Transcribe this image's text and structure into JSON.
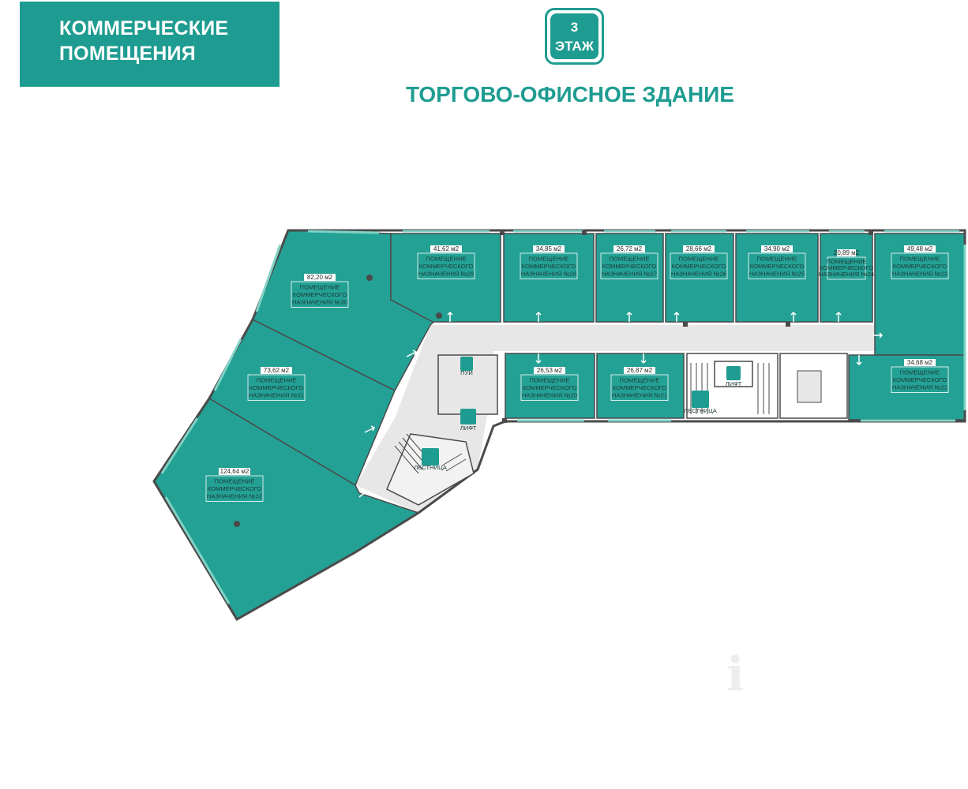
{
  "header": {
    "line1": "КОММЕРЧЕСКИЕ",
    "line2": "ПОМЕЩЕНИЯ"
  },
  "floor_badge": {
    "number": "3",
    "label": "ЭТАЖ"
  },
  "building_title": "ТОРГОВО-ОФИСНОЕ ЗДАНИЕ",
  "colors": {
    "brand": "#1f9c91",
    "room_fill": "#24a195",
    "room_fill_alt": "#20998d",
    "corridor": "#e6e7e6",
    "wall": "#4a4a4a",
    "window": "#7fd3c6"
  },
  "service_labels": {
    "wc": "ПУИ",
    "lift": "ЛИФТ",
    "stairs": "ЛЕСТНИЦА"
  },
  "rooms": [
    {
      "id": "29",
      "area": "41,62 м2",
      "line1": "ПОМЕЩЕНИЕ",
      "line2": "КОММЕРЧЕСКОГО",
      "line3": "НАЗНАЧЕНИЯ №29"
    },
    {
      "id": "28",
      "area": "34,85 м2",
      "line1": "ПОМЕЩЕНИЕ",
      "line2": "КОММЕРЧЕСКОГО",
      "line3": "НАЗНАЧЕНИЯ №28"
    },
    {
      "id": "27",
      "area": "26,72 м2",
      "line1": "ПОМЕЩЕНИЕ",
      "line2": "КОММЕРЧЕСКОГО",
      "line3": "НАЗНАЧЕНИЯ №27"
    },
    {
      "id": "26",
      "area": "28,66 м2",
      "line1": "ПОМЕЩЕНИЕ",
      "line2": "КОММЕРЧЕСКОГО",
      "line3": "НАЗНАЧЕНИЯ №26"
    },
    {
      "id": "25",
      "area": "34,90 м2",
      "line1": "ПОМЕЩЕНИЕ",
      "line2": "КОММЕРЧЕСКОГО",
      "line3": "НАЗНАЧЕНИЯ №25"
    },
    {
      "id": "24",
      "area": "20,89 м2",
      "line1": "ПОМЕЩЕНИЕ",
      "line2": "КОММЕРЧЕСКОГО",
      "line3": "НАЗНАЧЕНИЯ №24"
    },
    {
      "id": "23",
      "area": "49,48 м2",
      "line1": "ПОМЕЩЕНИЕ",
      "line2": "КОММЕРЧЕСКОГО",
      "line3": "НАЗНАЧЕНИЯ №23"
    },
    {
      "id": "30",
      "area": "82,20 м2",
      "line1": "ПОМЕЩЕНИЕ",
      "line2": "КОММЕРЧЕСКОГО",
      "line3": "НАЗНАЧЕНИЯ №30"
    },
    {
      "id": "31",
      "area": "73,62 м2",
      "line1": "ПОМЕЩЕНИЕ",
      "line2": "КОММЕРЧЕСКОГО",
      "line3": "НАЗНАЧЕНИЯ №31"
    },
    {
      "id": "32",
      "area": "124,64 м2",
      "line1": "ПОМЕЩЕНИЕ",
      "line2": "КОММЕРЧЕСКОГО",
      "line3": "НАЗНАЧЕНИЯ №32"
    },
    {
      "id": "20",
      "area": "26,53 м2",
      "line1": "ПОМЕЩЕНИЕ",
      "line2": "КОММЕРЧЕСКОГО",
      "line3": "НАЗНАЧЕНИЯ №20"
    },
    {
      "id": "21",
      "area": "26,87 м2",
      "line1": "ПОМЕЩЕНИЕ",
      "line2": "КОММЕРЧЕСКОГО",
      "line3": "НАЗНАЧЕНИЯ №21"
    },
    {
      "id": "22",
      "area": "34,68 м2",
      "line1": "ПОМЕЩЕНИЕ",
      "line2": "КОММЕРЧЕСКОГО",
      "line3": "НАЗНАЧЕНИЯ №22"
    }
  ]
}
